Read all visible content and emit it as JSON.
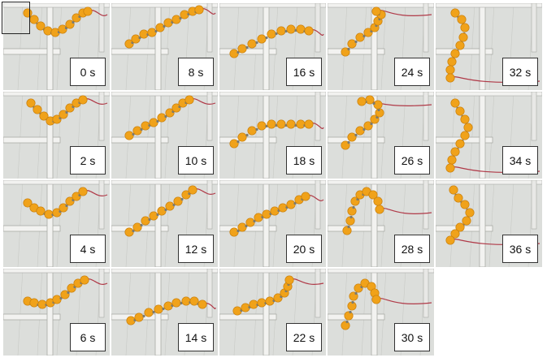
{
  "frames": [
    {
      "label": "0 s"
    },
    {
      "label": "8 s"
    },
    {
      "label": "16 s"
    },
    {
      "label": "24 s"
    },
    {
      "label": "32 s"
    },
    {
      "label": "2 s"
    },
    {
      "label": "10 s"
    },
    {
      "label": "18 s"
    },
    {
      "label": "26 s"
    },
    {
      "label": "34 s"
    },
    {
      "label": "4 s"
    },
    {
      "label": "12 s"
    },
    {
      "label": "20 s"
    },
    {
      "label": "28 s"
    },
    {
      "label": "36 s"
    },
    {
      "label": "6 s"
    },
    {
      "label": "14 s"
    },
    {
      "label": "22 s"
    },
    {
      "label": "30 s"
    }
  ],
  "colors": {
    "floor": "#dcdedb",
    "rail": "#f2f2f0",
    "robot_segment": "#f0a21a",
    "robot_joint": "#7a7a70",
    "cable": "#b03a48",
    "label_bg": "#ffffff"
  }
}
